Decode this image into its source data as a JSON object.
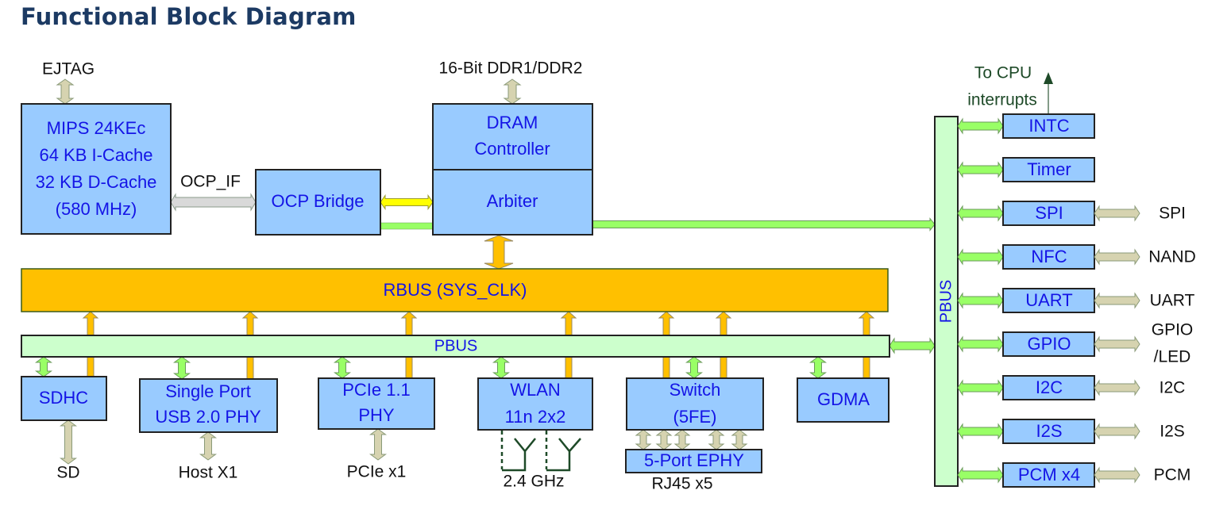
{
  "title": "Functional Block Diagram",
  "external_labels": {
    "ejtag": "EJTAG",
    "ddr": "16-Bit DDR1/DDR2",
    "ocp_if": "OCP_IF",
    "to_cpu_line1": "To CPU",
    "to_cpu_line2": "interrupts",
    "sd": "SD",
    "host": "Host X1",
    "pcie": "PCIe x1",
    "ghz": "2.4 GHz",
    "rj45": "RJ45 x5"
  },
  "blocks": {
    "cpu": [
      "MIPS 24KEc",
      "64 KB I-Cache",
      "32 KB D-Cache",
      "(580 MHz)"
    ],
    "ocp_bridge": "OCP Bridge",
    "dram": [
      "DRAM",
      "Controller"
    ],
    "arbiter": "Arbiter",
    "rbus": "RBUS (SYS_CLK)",
    "pbus_h": "PBUS",
    "pbus_v": "PBUS",
    "sdhc": "SDHC",
    "usb": [
      "Single Port",
      "USB 2.0 PHY"
    ],
    "pcie": [
      "PCIe 1.1",
      "PHY"
    ],
    "wlan": [
      "WLAN",
      "11n 2x2"
    ],
    "switch": [
      "Switch",
      "(5FE)"
    ],
    "ephy": "5-Port EPHY",
    "gdma": "GDMA"
  },
  "peripherals": [
    {
      "block": "INTC",
      "external": ""
    },
    {
      "block": "Timer",
      "external": ""
    },
    {
      "block": "SPI",
      "external": "SPI"
    },
    {
      "block": "NFC",
      "external": "NAND"
    },
    {
      "block": "UART",
      "external": "UART"
    },
    {
      "block": "GPIO",
      "external": "GPIO",
      "external2": "/LED"
    },
    {
      "block": "I2C",
      "external": "I2C"
    },
    {
      "block": "I2S",
      "external": "I2S"
    },
    {
      "block": "PCM x4",
      "external": "PCM"
    }
  ],
  "colors": {
    "title": "#1c3a63",
    "block_fill": "#99cbff",
    "block_text": "#1414e6",
    "rbus": "#ffc000",
    "pbus": "#ccffcc",
    "arrow_green": "#99ff66",
    "arrow_tan": "#d6d3b0",
    "arrow_yellow": "#ffff00",
    "arrow_gray": "#d9d9d9",
    "interrupt_text": "#1e4a28"
  }
}
